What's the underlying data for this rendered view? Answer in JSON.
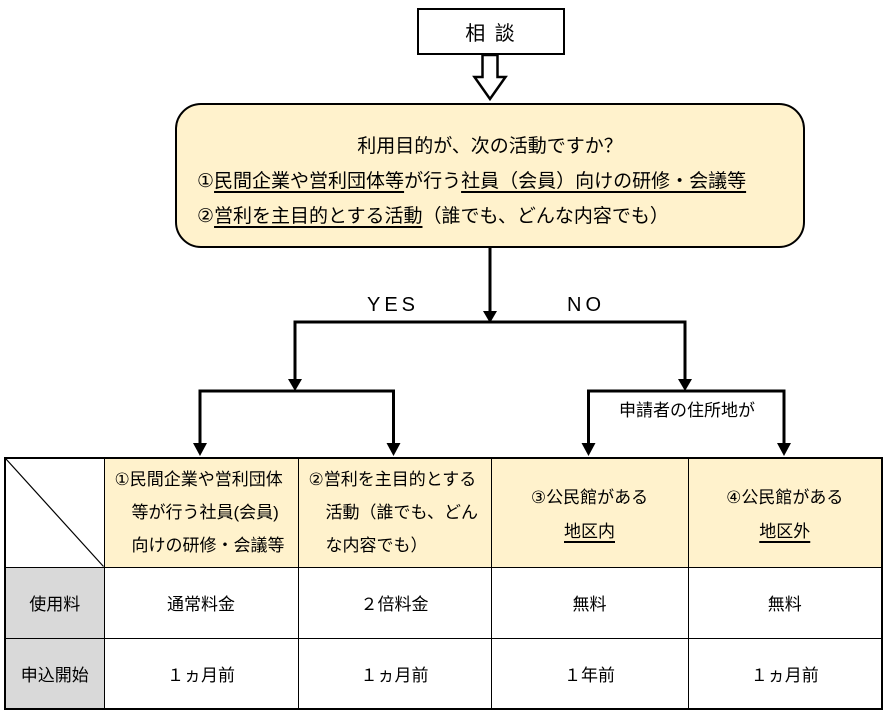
{
  "colors": {
    "cream": "#FFF2CC",
    "gray": "#D9D9D9",
    "line": "#000000"
  },
  "flow": {
    "start": "相 談",
    "question_line1": "利用目的が、次の活動ですか？",
    "q2_num": "①",
    "q2_u1": "民間企業や営利団体等",
    "q2_mid": "が行う",
    "q2_u2": "社員（会員）向けの研修・会議等",
    "q3_num": "②",
    "q3_u1": "営利を主目的とする活動",
    "q3_rest": "（誰でも、どんな内容でも）",
    "yes": "YES",
    "no": "NO",
    "no_note": "申請者の住所地が"
  },
  "table": {
    "headers": [
      {
        "main": "①民間企業や営利団体\n等が行う社員(会員)\n向けの研修・会議等",
        "underlined": ""
      },
      {
        "main": "②営利を主目的とする\n活動（誰でも、どん\nな内容でも）",
        "underlined": ""
      },
      {
        "main": "③公民館がある",
        "underlined": "地区内"
      },
      {
        "main": "④公民館がある",
        "underlined": "地区外"
      }
    ],
    "rows": [
      {
        "label": "使用料",
        "cells": [
          "通常料金",
          "２倍料金",
          "無料",
          "無料"
        ]
      },
      {
        "label": "申込開始",
        "cells": [
          "１ヵ月前",
          "１ヵ月前",
          "１年前",
          "１ヵ月前"
        ]
      }
    ]
  }
}
